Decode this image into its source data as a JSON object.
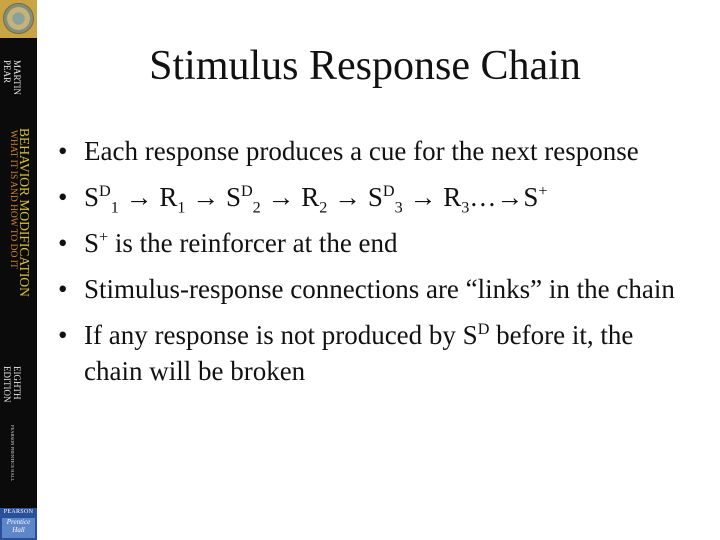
{
  "sidebar": {
    "author_lines": [
      "MARTIN",
      "PEAR"
    ],
    "book_title": "BEHAVIOR MODIFICATION",
    "book_subtitle": "WHAT IT IS AND HOW TO DO IT",
    "edition_lines": [
      "EIGHTH",
      "EDITION"
    ],
    "publisher_vertical": "PEARSON PRENTICE HALL",
    "logo_name": "PEARSON",
    "logo_sub": [
      "Prentice",
      "Hall"
    ],
    "colors": {
      "spine": "#0b0b0b",
      "title": "#d8c235",
      "subtitle": "#d4832e",
      "logo": "#2a4f9b"
    }
  },
  "slide": {
    "title": "Stimulus Response Chain",
    "bullet_char": "•",
    "bullets": [
      {
        "text": "Each response produces a cue for the next response"
      },
      {
        "parts": [
          {
            "t": "S"
          },
          {
            "sup": "D"
          },
          {
            "sub": "1"
          },
          {
            "t": " → R"
          },
          {
            "sub": "1"
          },
          {
            "t": " → S"
          },
          {
            "sup": "D"
          },
          {
            "sub": "2"
          },
          {
            "t": " → R"
          },
          {
            "sub": "2"
          },
          {
            "t": " → S"
          },
          {
            "sup": "D"
          },
          {
            "sub": "3"
          },
          {
            "t": " → R"
          },
          {
            "sub": "3"
          },
          {
            "t": "…→S"
          },
          {
            "sup": "+"
          }
        ]
      },
      {
        "parts": [
          {
            "t": "S"
          },
          {
            "sup": "+"
          },
          {
            "t": " is the reinforcer at the end"
          }
        ]
      },
      {
        "text": "Stimulus-response connections are “links” in the chain"
      },
      {
        "parts": [
          {
            "t": "If any response is not produced by S"
          },
          {
            "sup": "D"
          },
          {
            "t": " before it, the chain will be broken"
          }
        ]
      }
    ]
  }
}
